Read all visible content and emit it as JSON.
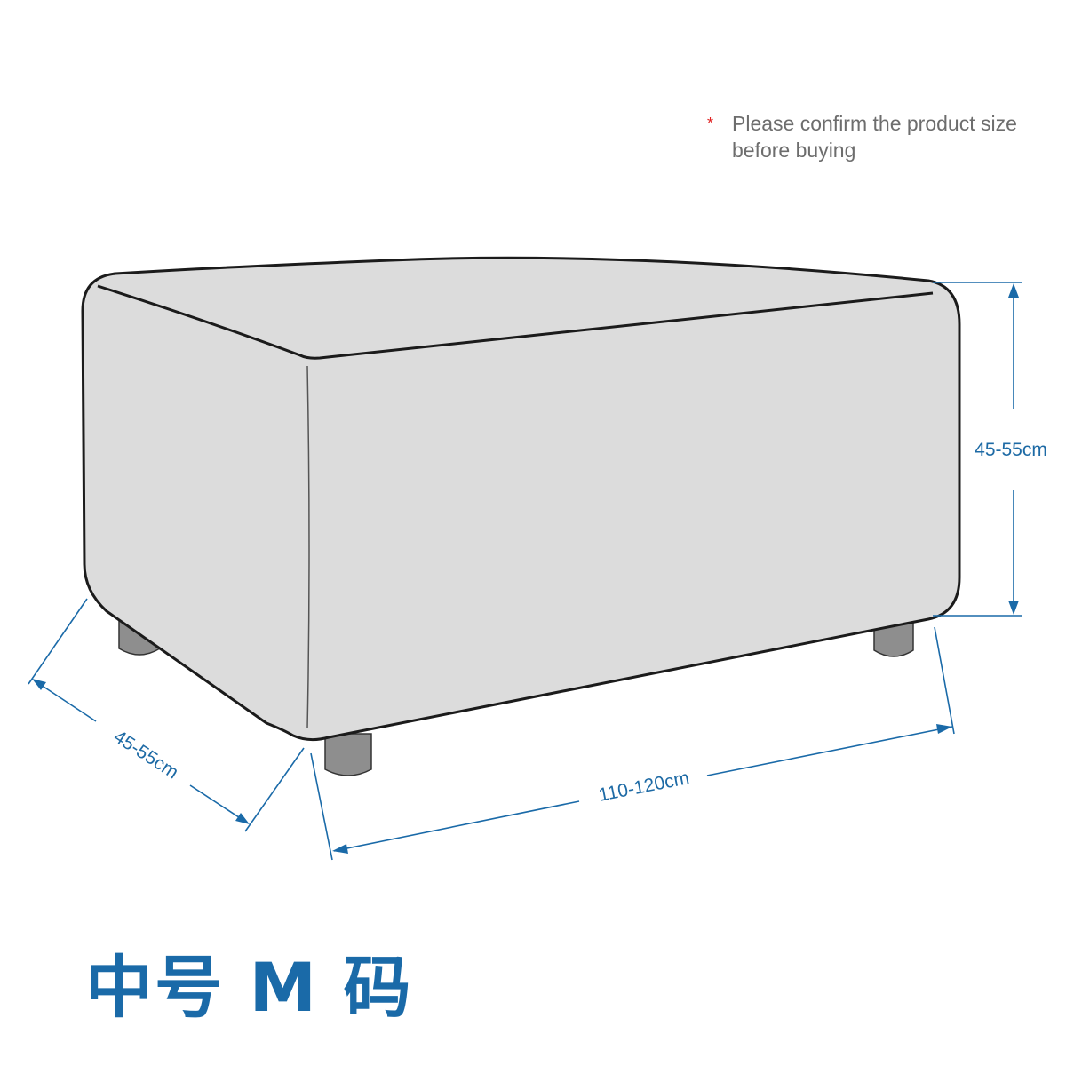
{
  "note": {
    "marker": "*",
    "text": "Please confirm the product size before buying"
  },
  "dimensions": {
    "height": "45-55cm",
    "depth": "45-55cm",
    "length": "110-120cm"
  },
  "size_title": "中号 M 码",
  "colors": {
    "accent": "#1a6aa8",
    "cover_fill": "#dcdcdc",
    "leg_fill": "#8e8e8e",
    "note_text": "#6d6d6d",
    "marker": "#e02020"
  }
}
